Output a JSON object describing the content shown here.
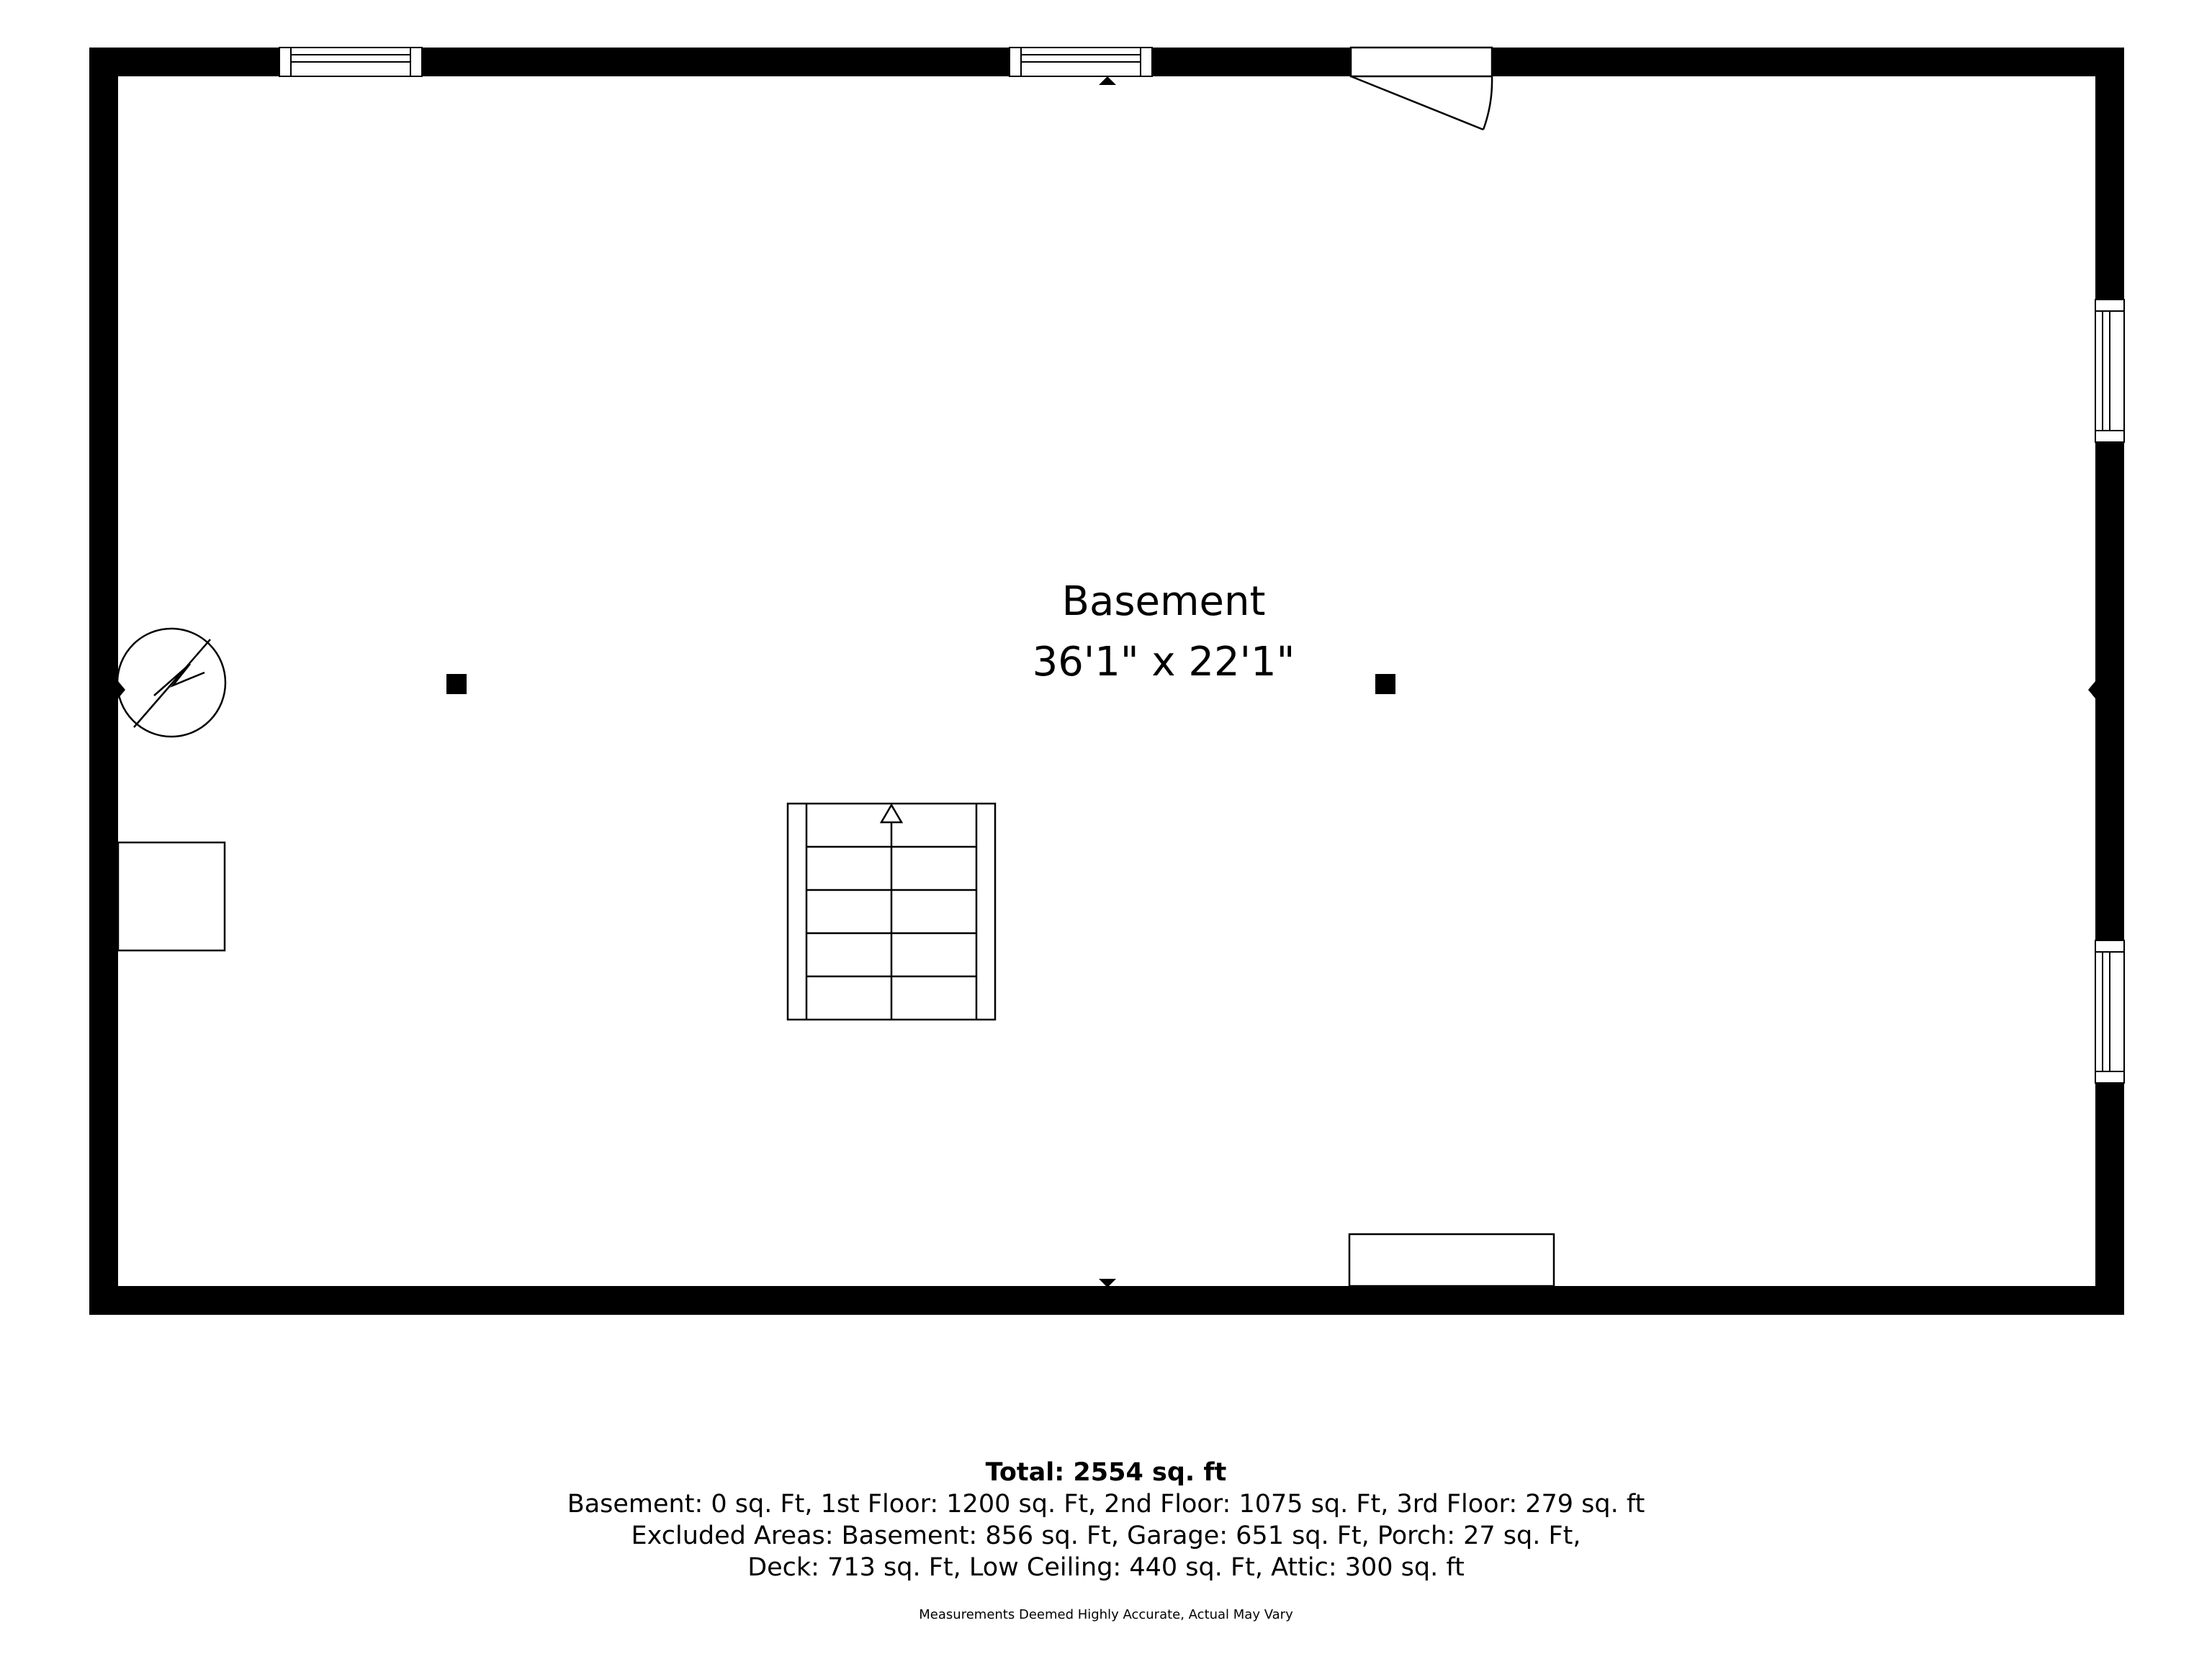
{
  "room": {
    "name": "Basement",
    "dimensions": "36'1\" x 22'1\""
  },
  "footer": {
    "total": "Total: 2554 sq. ft",
    "line1": "Basement: 0 sq. Ft, 1st Floor: 1200 sq. Ft, 2nd Floor: 1075 sq. Ft, 3rd Floor: 279 sq. ft",
    "line2": "Excluded Areas: Basement: 856 sq. Ft, Garage: 651 sq. Ft, Porch: 27 sq. Ft,",
    "line3": "Deck: 713 sq. Ft, Low Ceiling: 440 sq. Ft, Attic: 300 sq. ft",
    "disclaimer": "Measurements Deemed Highly Accurate, Actual May Vary"
  },
  "colors": {
    "wall": "#000000",
    "background": "#ffffff"
  },
  "icons": [
    "window-icon",
    "door-icon",
    "stairs-icon",
    "water-heater-icon",
    "support-post-icon",
    "furnace-icon",
    "cabinet-icon"
  ]
}
